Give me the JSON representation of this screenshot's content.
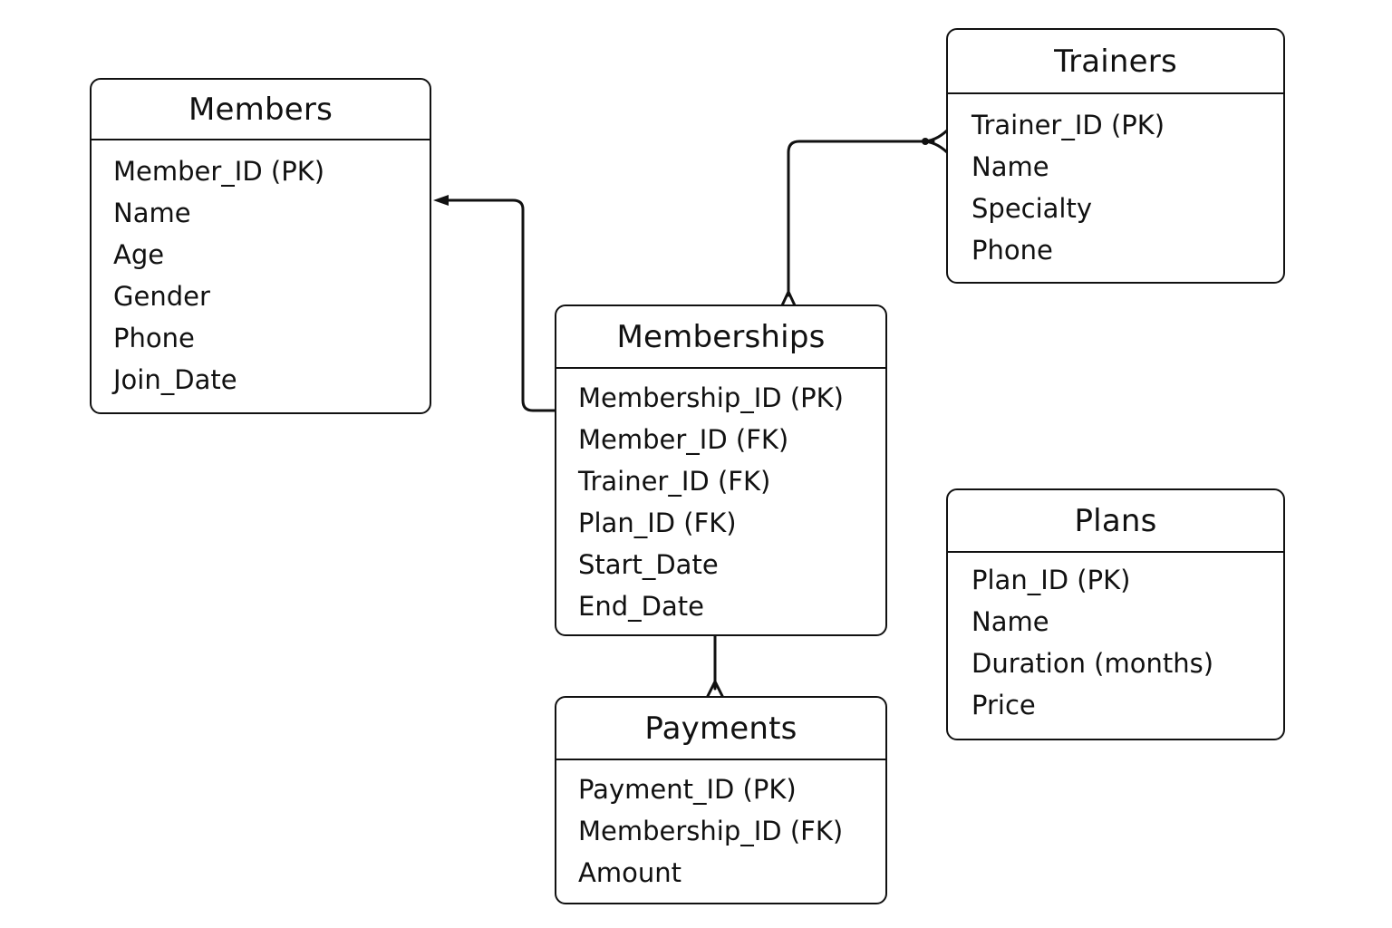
{
  "entities": {
    "members": {
      "title": "Members",
      "attributes": [
        "Member_ID (PK)",
        "Name",
        "Age",
        "Gender",
        "Phone",
        "Join_Date"
      ]
    },
    "trainers": {
      "title": "Trainers",
      "attributes": [
        "Trainer_ID (PK)",
        "Name",
        "Specialty",
        "Phone"
      ]
    },
    "memberships": {
      "title": "Memberships",
      "attributes": [
        "Membership_ID (PK)",
        "Member_ID (FK)",
        "Trainer_ID (FK)",
        "Plan_ID (FK)",
        "Start_Date",
        "End_Date"
      ]
    },
    "plans": {
      "title": "Plans",
      "attributes": [
        "Plan_ID (PK)",
        "Name",
        "Duration (months)",
        "Price"
      ]
    },
    "payments": {
      "title": "Payments",
      "attributes": [
        "Payment_ID (PK)",
        "Membership_ID (FK)",
        "Amount"
      ]
    }
  },
  "relationships": [
    {
      "from": "memberships",
      "to": "members",
      "cardinality": "many-to-one"
    },
    {
      "from": "memberships",
      "to": "trainers",
      "cardinality": "many-to-many"
    },
    {
      "from": "memberships",
      "to": "payments",
      "cardinality": "one-to-many"
    }
  ],
  "colors": {
    "line": "#111111",
    "background": "#ffffff"
  }
}
